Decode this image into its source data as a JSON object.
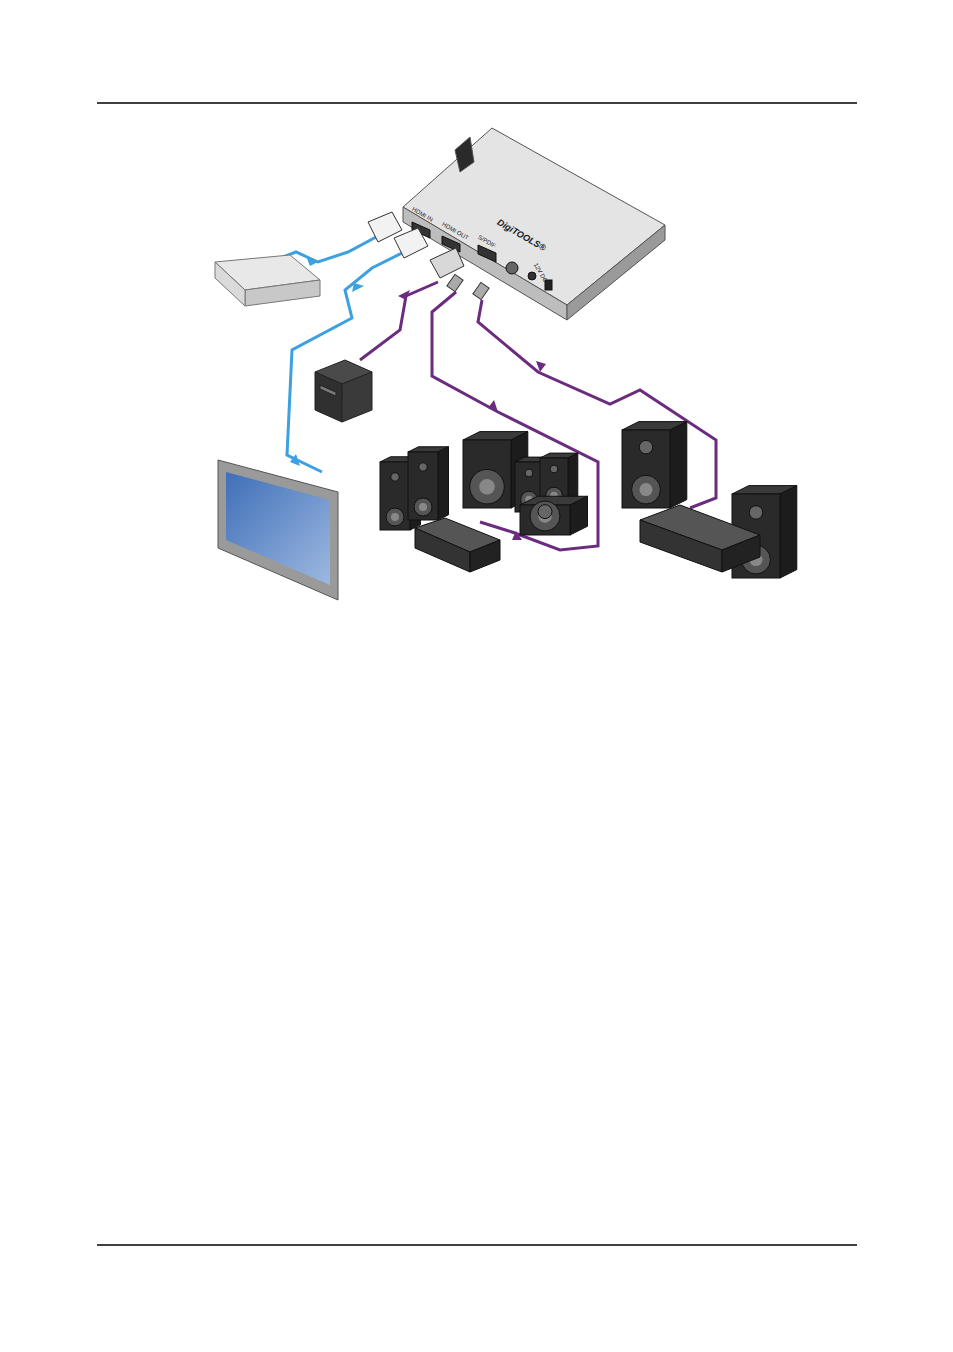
{
  "diagram": {
    "labels": [
      "HDMI IN",
      "HDMI OUT",
      "S/PDIF",
      "12V DC",
      "DigiTOOLS®"
    ]
  }
}
